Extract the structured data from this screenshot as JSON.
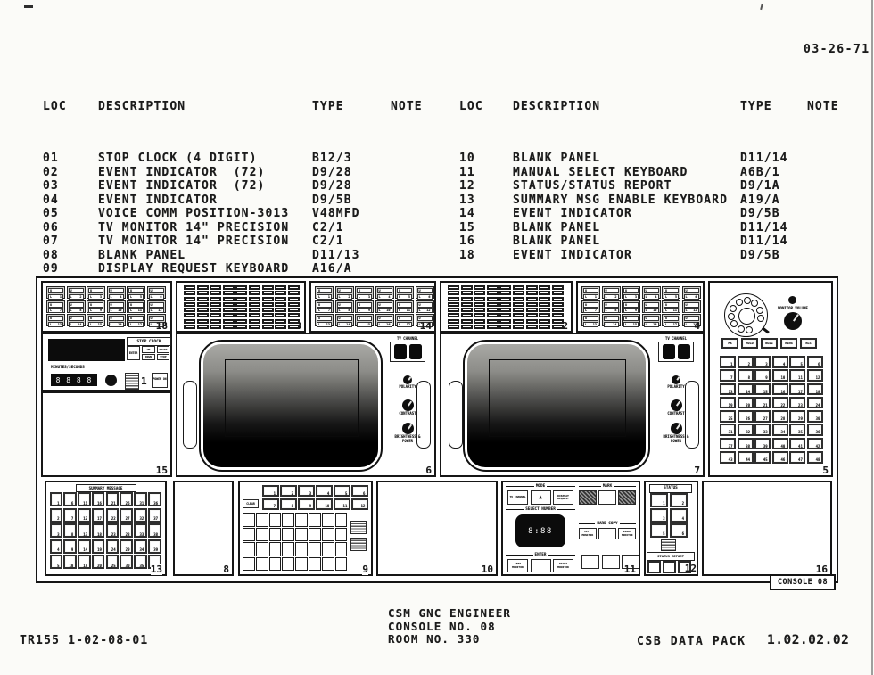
{
  "document": {
    "date": "03-26-71",
    "footer": {
      "drawing_number": "TR155 1-02-08-01",
      "title_line1": "CSM GNC ENGINEER",
      "title_line2": "CONSOLE NO. 08",
      "title_line3": "ROOM NO. 330",
      "pack_name": "CSB DATA PACK",
      "pack_number": "1.02.02.02"
    }
  },
  "table": {
    "headers": [
      "LOC",
      "DESCRIPTION",
      "TYPE",
      "NOTE"
    ],
    "left_rows": [
      [
        "01",
        "STOP CLOCK (4 DIGIT)",
        "B12/3"
      ],
      [
        "02",
        "EVENT INDICATOR  (72)",
        "D9/28"
      ],
      [
        "03",
        "EVENT INDICATOR  (72)",
        "D9/28"
      ],
      [
        "04",
        "EVENT INDICATOR",
        "D9/5B"
      ],
      [
        "05",
        "VOICE COMM POSITION-3013",
        "V48MFD"
      ],
      [
        "06",
        "TV MONITOR 14\" PRECISION",
        "C2/1"
      ],
      [
        "07",
        "TV MONITOR 14\" PRECISION",
        "C2/1"
      ],
      [
        "08",
        "BLANK PANEL",
        "D11/13"
      ],
      [
        "09",
        "DISPLAY REQUEST KEYBOARD",
        "A16/A"
      ]
    ],
    "right_rows": [
      [
        "10",
        "BLANK PANEL",
        "D11/14"
      ],
      [
        "11",
        "MANUAL SELECT KEYBOARD",
        "A6B/1"
      ],
      [
        "12",
        "STATUS/STATUS REPORT",
        "D9/1A"
      ],
      [
        "13",
        "SUMMARY MSG ENABLE KEYBOARD",
        "A19/A"
      ],
      [
        "14",
        "EVENT INDICATOR",
        "D9/5B"
      ],
      [
        "15",
        "BLANK PANEL",
        "D11/14"
      ],
      [
        "16",
        "BLANK PANEL",
        "D11/14"
      ],
      [
        "18",
        "EVENT INDICATOR",
        "D9/5B"
      ]
    ]
  },
  "console": {
    "label": "CONSOLE 08",
    "panels": {
      "p18": {
        "num": "18",
        "grid": {
          "count": 18,
          "cols": 6,
          "upper": "U",
          "lower": "L"
        }
      },
      "p3": {
        "num": "3",
        "grid": {
          "cols": 9,
          "rows": 8
        }
      },
      "p14": {
        "num": "14",
        "grid": {
          "count": 18,
          "cols": 6,
          "upper": "U",
          "lower": "L"
        }
      },
      "p2": {
        "num": "2",
        "grid": {
          "cols": 9,
          "rows": 8
        }
      },
      "p4": {
        "num": "4",
        "grid": {
          "count": 18,
          "cols": 6,
          "upper": "U",
          "lower": "L"
        }
      },
      "p5": {
        "num": "5",
        "volume_label": "MONITOR VOLUME",
        "call_buttons": [
          "MA",
          "HOLD",
          "BUZZ",
          "RING",
          "RLS"
        ],
        "keys": {
          "count": 48,
          "cols": 6
        }
      },
      "p1": {
        "num": "1",
        "title": "STOP CLOCK",
        "display_label": "MINUTES/SECONDS",
        "digits": "8 8 8 8",
        "enter": "ENTER",
        "up": "UP",
        "start": "START",
        "down": "DOWN",
        "stop": "STOP",
        "power": "POWER ON"
      },
      "p15": {
        "num": "15"
      },
      "p6": {
        "num": "6",
        "tv_channel": "TV CHANNEL",
        "knob1": "POLARITY",
        "knob2": "CONTRAST",
        "knob3": "BRIGHTNESS & POWER"
      },
      "p7": {
        "num": "7",
        "tv_channel": "TV CHANNEL",
        "knob1": "POLARITY",
        "knob2": "CONTRAST",
        "knob3": "BRIGHTNESS & POWER"
      },
      "p13": {
        "num": "13",
        "title": "SUMMARY MESSAGE",
        "keys": {
          "count": 40,
          "cols": 8,
          "rows": 5,
          "order": "col"
        }
      },
      "p8": {
        "num": "8"
      },
      "p9": {
        "num": "9",
        "clear": "CLEAR",
        "top_keys": {
          "count": 12,
          "cols": 6
        },
        "main_keys": {
          "cols": 8,
          "rows": 4
        }
      },
      "p10": {
        "num": "10"
      },
      "p11": {
        "num": "11",
        "mode": "MODE",
        "mark": "MARK",
        "select": "SELECT NUMBER",
        "hardcopy": "HARD COPY",
        "enter": "ENTER",
        "display": "8:88",
        "mode_b1": "TV CHANNEL",
        "mode_b2": "▲",
        "mode_b3": "DISPLAY REQUEST",
        "hc_b1": "LEFT MONITOR",
        "hc_b3": "RIGHT MONITOR",
        "en_b1": "LEFT MONITOR",
        "en_b3": "RIGHT MONITOR"
      },
      "p12": {
        "num": "12",
        "title": "STATUS",
        "report_title": "STATUS REPORT",
        "keys": {
          "count": 6,
          "cols": 2
        }
      },
      "p16": {
        "num": "16"
      }
    }
  }
}
